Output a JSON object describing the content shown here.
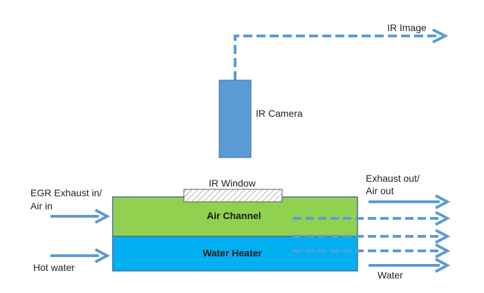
{
  "diagram": {
    "labels": {
      "ir_image": "IR Image",
      "ir_camera": "IR Camera",
      "ir_window": "IR Window",
      "egr_in_line1": "EGR Exhaust in/",
      "egr_in_line2": "Air in",
      "exhaust_out_line1": "Exhaust out/",
      "exhaust_out_line2": "Air out",
      "air_channel": "Air Channel",
      "water_heater": "Water Heater",
      "hot_water": "Hot water",
      "water": "Water"
    },
    "colors": {
      "arrow": "#5b9bd5",
      "camera_fill": "#5b9bd5",
      "air_channel_fill": "#92d050",
      "water_heater_fill": "#00b0f0",
      "outline": "#41719c"
    }
  }
}
